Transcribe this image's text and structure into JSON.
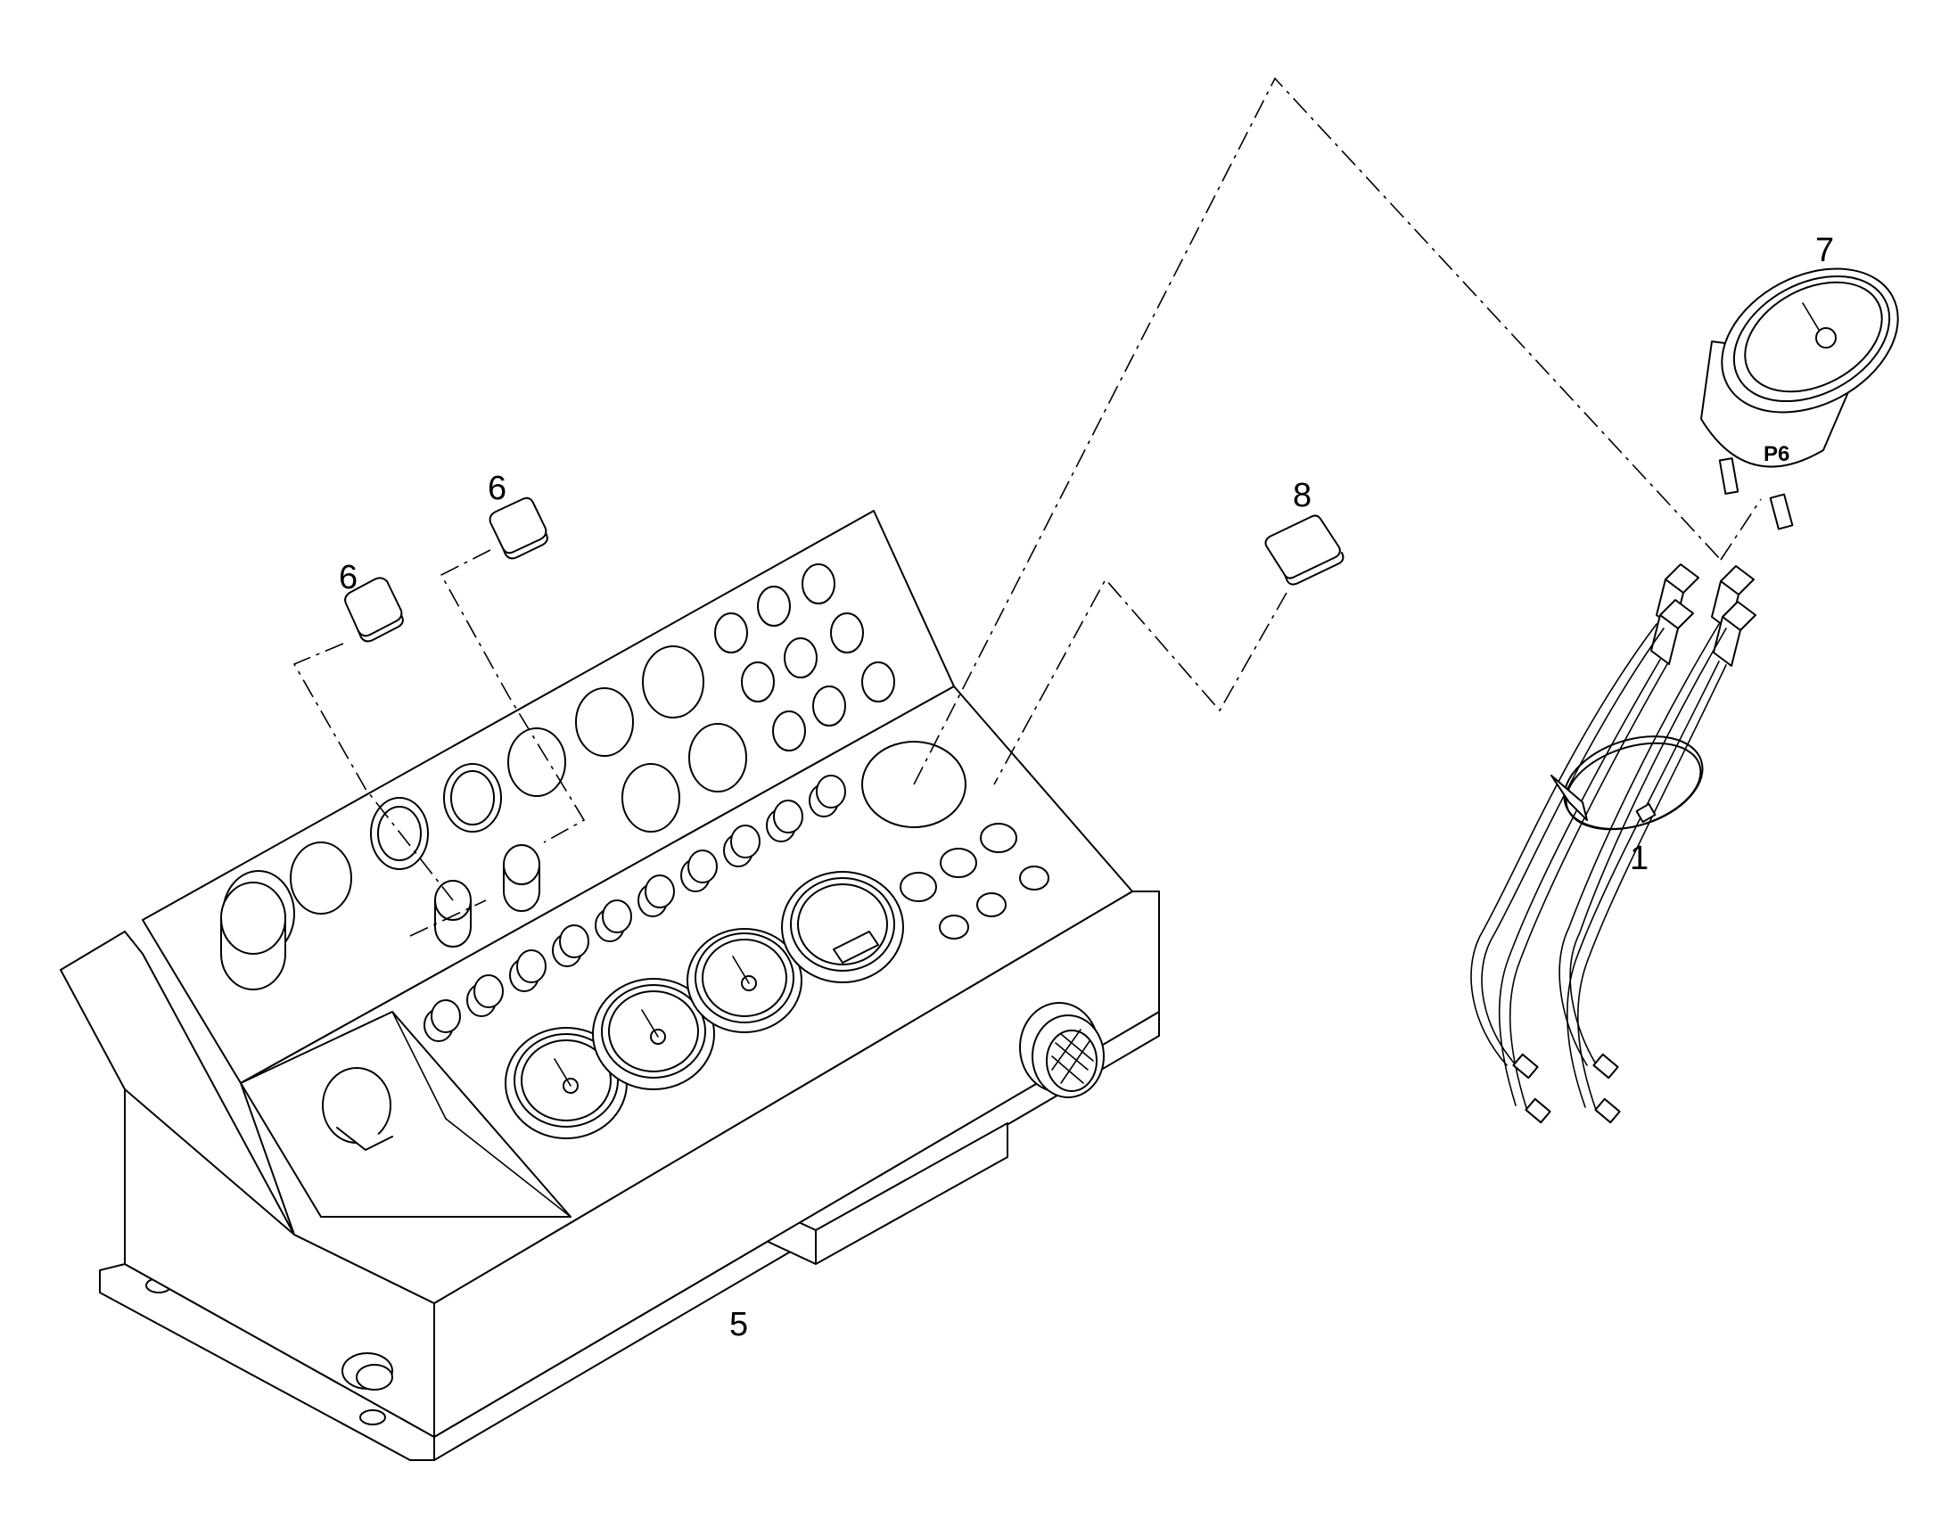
{
  "callouts": {
    "harness": "1",
    "console": "5",
    "cap_left": "6",
    "cap_right": "6",
    "gauge": "7",
    "cap_small": "8"
  },
  "gauge_label": "P6",
  "colors": {
    "line": "#000000",
    "background": "#ffffff"
  }
}
